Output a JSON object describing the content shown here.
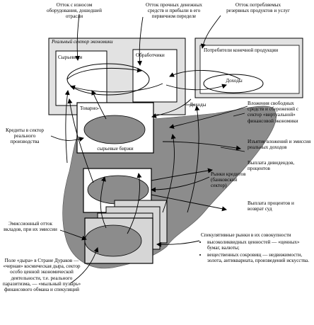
{
  "labels": {
    "real_sector_title": "Реальный сектор экономики",
    "raw_materials": "Сырьевики",
    "processors": "Обработчики",
    "consumers_final": "Потребители конечной продукции",
    "incomes_consumers": "Доходы",
    "incomes_middle": "Доходы",
    "commodity_top": "Товарно-",
    "commodity_bottom": "сырьевые биржи",
    "credit_markets": "Рынки кредитов (банковский сектор)",
    "outflow_depreciation": "Отток с износом оборудования, дошедшей отрасли",
    "outflow_cash": "Отток прочных денежных средств и прибыли в его первичном переделе",
    "outflow_consumer": "Отток потребляемых резервных продуктов и услуг",
    "inflow_savings": "Вложения свободных средств и сбережений с сектор «виртуальной» финансовой экономики",
    "withdrawal_real_incomes": "Изъятие вложений и эмиссия реальных доходов",
    "credits_real_sector": "Кредиты в сектор реального производства",
    "payment_interest": "Выплата процентов и возврат суд",
    "payment_dividends": "Выплата дивидендов, процентов",
    "emission_outflow": "Эмиссионный отток вкладов, при их эмиссии",
    "black_hole": "Поле «дыра» в Стране Дураков — «черная» космическая дыра, сектор особо ценной экономической деятельности, т.е. реального паразитизма, — «мыльный пузырь» финансового обмана и спекуляций",
    "speculative_title": "Спекулятивные рынки в их совокупности",
    "speculative_items": [
      "высоколиквидных ценностей — «ценных» бумаг, валюты;",
      "вещественных сокровищ — недвижимости, золота, антиквариата, произведений искусства."
    ]
  }
}
